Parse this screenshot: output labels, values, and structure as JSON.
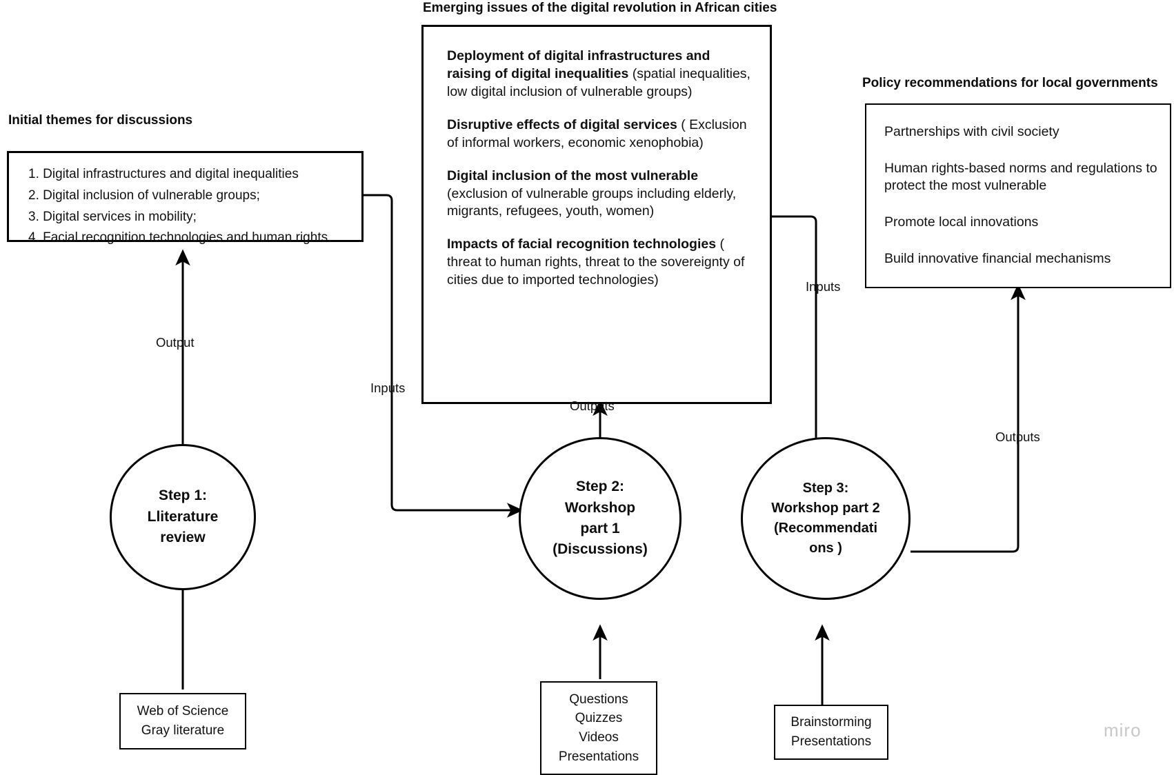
{
  "headings": {
    "emerging_issues": "Emerging issues of the digital revolution in African cities",
    "initial_themes": "Initial themes for discussions",
    "policy_recommendations": "Policy recommendations for local governments"
  },
  "initial_themes_box": {
    "items": [
      "1. Digital infrastructures and digital inequalities",
      "2. Digital inclusion of vulnerable groups;",
      "3. Digital services in mobility;",
      "4. Facial recognition technologies and human rights."
    ]
  },
  "emerging_issues_box": {
    "issues": [
      {
        "bold": "Deployment of digital infrastructures and raising of digital inequalities",
        "rest": " (spatial inequalities, low digital inclusion of vulnerable groups)"
      },
      {
        "bold": "Disruptive effects of digital services",
        "rest": " ( Exclusion of informal workers, economic xenophobia)"
      },
      {
        "bold": "Digital inclusion of the most vulnerable",
        "rest": " (exclusion of vulnerable groups including elderly, migrants, refugees, youth, women)"
      },
      {
        "bold": "Impacts of facial recognition technologies",
        "rest": " ( threat to human rights, threat to the sovereignty of cities due to imported technologies)"
      }
    ]
  },
  "policy_box": {
    "items": [
      "Partnerships with civil society",
      "Human rights-based norms and regulations to protect the most vulnerable",
      "Promote local innovations",
      "Build innovative financial mechanisms"
    ]
  },
  "steps": [
    {
      "label": "Step 1:\nLliterature\nreview"
    },
    {
      "label": "Step 2:\nWorkshop\npart 1\n(Discussions)"
    },
    {
      "label": "Step 3:\nWorkshop part 2\n(Recommendati\nons )"
    }
  ],
  "input_boxes": [
    {
      "text": "Web of Science\nGray literature"
    },
    {
      "text": "Questions\nQuizzes\nVideos\nPresentations"
    },
    {
      "text": "Brainstorming\nPresentations"
    }
  ],
  "edge_labels": {
    "output_step1": "Output",
    "inputs_step2": "Inputs",
    "outputs_step2": "Outputs",
    "inputs_step3": "Inputs",
    "outputs_step3": "Outputs"
  },
  "watermark": "miro",
  "colors": {
    "stroke": "#000000",
    "text": "#111111",
    "background": "#ffffff",
    "watermark": "#c8c8c8"
  }
}
